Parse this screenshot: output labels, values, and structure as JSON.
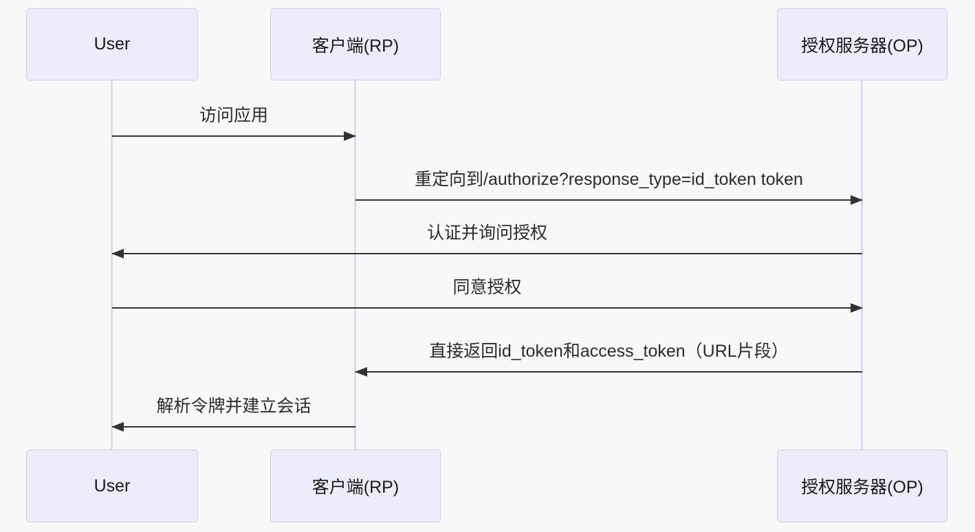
{
  "diagram": {
    "type": "sequence-diagram",
    "actors": [
      {
        "id": "user",
        "label": "User"
      },
      {
        "id": "client-rp",
        "label": "客户端(RP)"
      },
      {
        "id": "auth-server-op",
        "label": "授权服务器(OP)"
      }
    ],
    "messages": [
      {
        "from": "User",
        "to": "客户端(RP)",
        "text": "访问应用",
        "direction": "right",
        "arrow": "solid-filled"
      },
      {
        "from": "客户端(RP)",
        "to": "授权服务器(OP)",
        "text": "重定向到/authorize?response_type=id_token token",
        "direction": "right",
        "arrow": "solid-filled"
      },
      {
        "from": "授权服务器(OP)",
        "to": "User",
        "text": "认证并询问授权",
        "direction": "left",
        "arrow": "solid-filled"
      },
      {
        "from": "User",
        "to": "授权服务器(OP)",
        "text": "同意授权",
        "direction": "right",
        "arrow": "solid-filled"
      },
      {
        "from": "授权服务器(OP)",
        "to": "客户端(RP)",
        "text": "直接返回id_token和access_token（URL片段）",
        "direction": "left",
        "arrow": "solid-filled"
      },
      {
        "from": "客户端(RP)",
        "to": "User",
        "text": "解析令牌并建立会话",
        "direction": "left",
        "arrow": "solid-filled"
      }
    ],
    "colors": {
      "background": "#F8F8F8",
      "actor_fill": "#ECECFB",
      "actor_border": "#D2CDEC",
      "lifeline": "#DED9F2",
      "arrow": "#333333",
      "text": "#222222"
    }
  }
}
